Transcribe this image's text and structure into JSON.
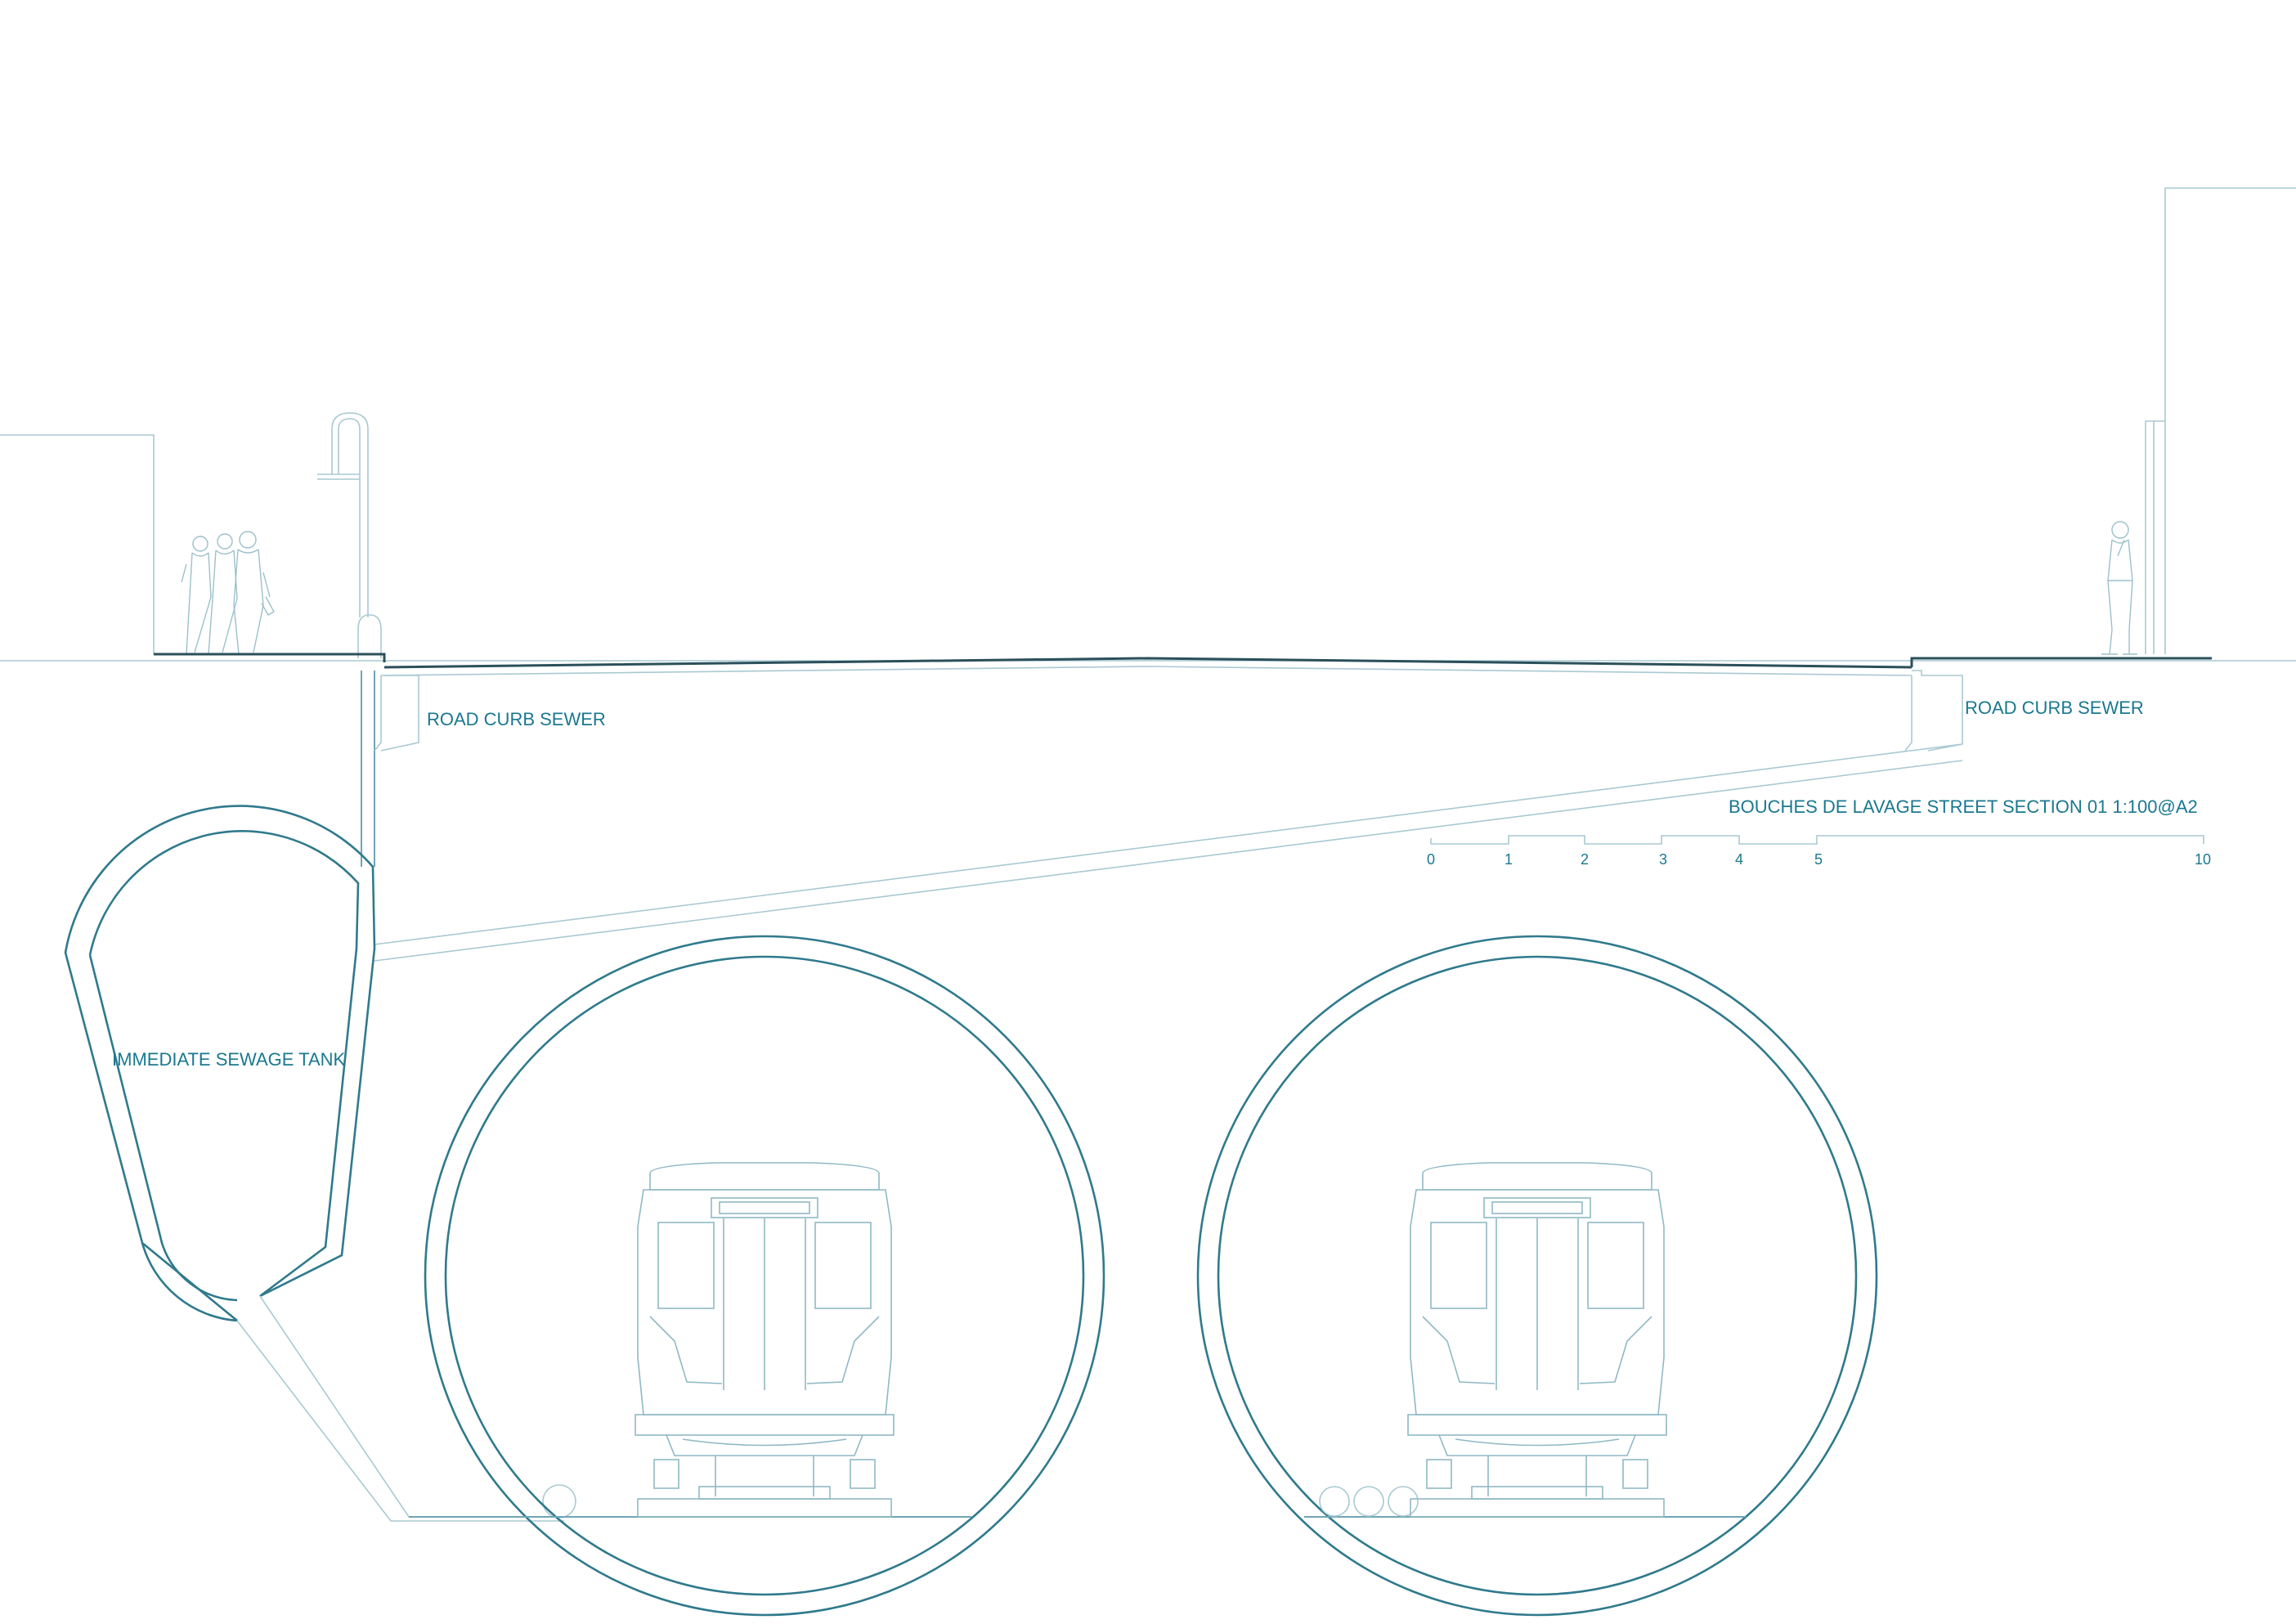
{
  "labels": {
    "curb_sewer_left": "ROAD CURB SEWER",
    "curb_sewer_right": "ROAD CURB SEWER",
    "sewage_tank": "IMMEDIATE SEWAGE TANK",
    "drawing_title": "BOUCHES DE LAVAGE STREET SECTION 01 1:100@A2"
  },
  "scale_bar": {
    "ticks": [
      "0",
      "1",
      "2",
      "3",
      "4",
      "5",
      "10"
    ]
  },
  "colors": {
    "label": "#1a7890",
    "line_light": "#a9c9d2",
    "line_dark": "#2f7a8c",
    "ground": "#2b4f5a"
  }
}
